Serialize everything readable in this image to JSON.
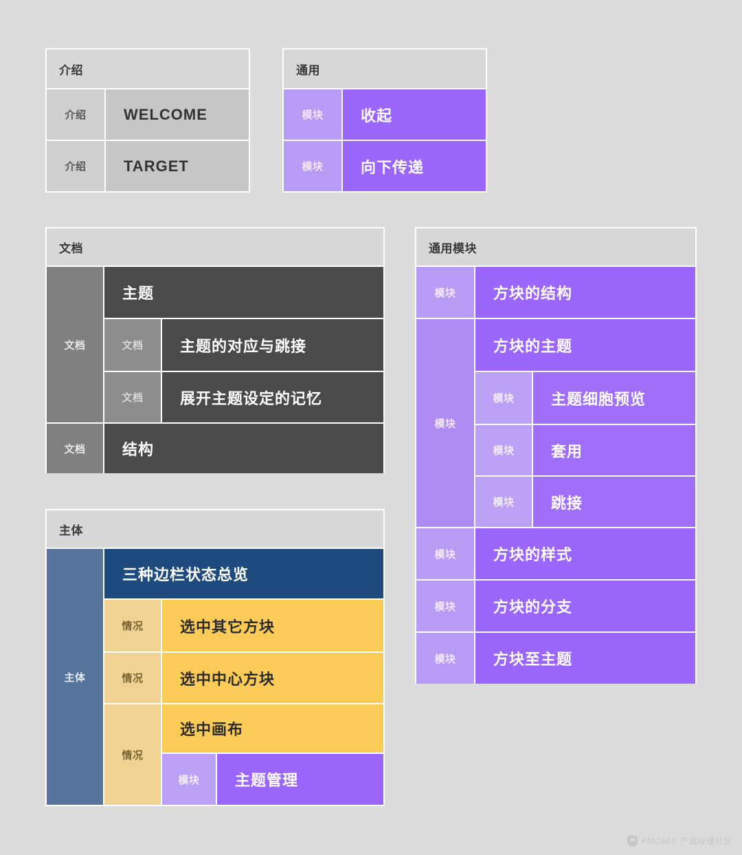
{
  "page": {
    "background_color": "#dcdcdc",
    "watermark": {
      "icon": "shield-icon",
      "text": "PMCAFF 产品经理社区"
    }
  },
  "palette": {
    "gray_spine": "#808080",
    "gray_sub": "#8c8c8c",
    "gray_leaf": "#4a4a4a",
    "light_gray_spine": "#cfcfcf",
    "light_gray_leaf": "#c6c6c6",
    "purple_spine": "#b89bf5",
    "purple_sub": "#bca2f6",
    "purple_leaf": "#9b66fb",
    "steel_blue": "#55739b",
    "navy": "#1f4a7d",
    "light_yellow": "#f0d392",
    "yellow": "#fbcb58",
    "block_header": "#d8d8d8",
    "seam": "#ffffff"
  },
  "blocks": {
    "intro": {
      "header": "介绍",
      "rows": [
        {
          "spine": "介绍",
          "leaf": "WELCOME"
        },
        {
          "spine": "介绍",
          "leaf": "TARGET"
        }
      ]
    },
    "common": {
      "header": "通用",
      "rows": [
        {
          "spine": "模块",
          "leaf": "收起"
        },
        {
          "spine": "模块",
          "leaf": "向下传递"
        }
      ]
    },
    "document": {
      "header": "文档",
      "spine": "文档",
      "group": {
        "leaf": "主题",
        "children": [
          {
            "spine": "文档",
            "leaf": "主题的对应与跳接"
          },
          {
            "spine": "文档",
            "leaf": "展开主题设定的记忆"
          }
        ]
      },
      "tail": {
        "spine": "文档",
        "leaf": "结构"
      }
    },
    "body": {
      "header": "主体",
      "spine": "主体",
      "top_leaf": "三种边栏状态总览",
      "cases": [
        {
          "spine": "情况",
          "leaf": "选中其它方块"
        },
        {
          "spine": "情况",
          "leaf": "选中中心方块"
        },
        {
          "spine": "情况",
          "leaf": "选中画布",
          "children": [
            {
              "spine": "模块",
              "leaf": "主题管理"
            }
          ]
        }
      ]
    },
    "common_modules": {
      "header": "通用模块",
      "rows": [
        {
          "spine": "模块",
          "leaf": "方块的结构"
        },
        {
          "spine": "模块",
          "leaf": "方块的主题",
          "children": [
            {
              "spine": "模块",
              "leaf": "主题细胞预览"
            },
            {
              "spine": "模块",
              "leaf": "套用"
            },
            {
              "spine": "模块",
              "leaf": "跳接"
            }
          ]
        },
        {
          "spine": "模块",
          "leaf": "方块的样式"
        },
        {
          "spine": "模块",
          "leaf": "方块的分支"
        },
        {
          "spine": "模块",
          "leaf": "方块至主题"
        }
      ]
    }
  }
}
